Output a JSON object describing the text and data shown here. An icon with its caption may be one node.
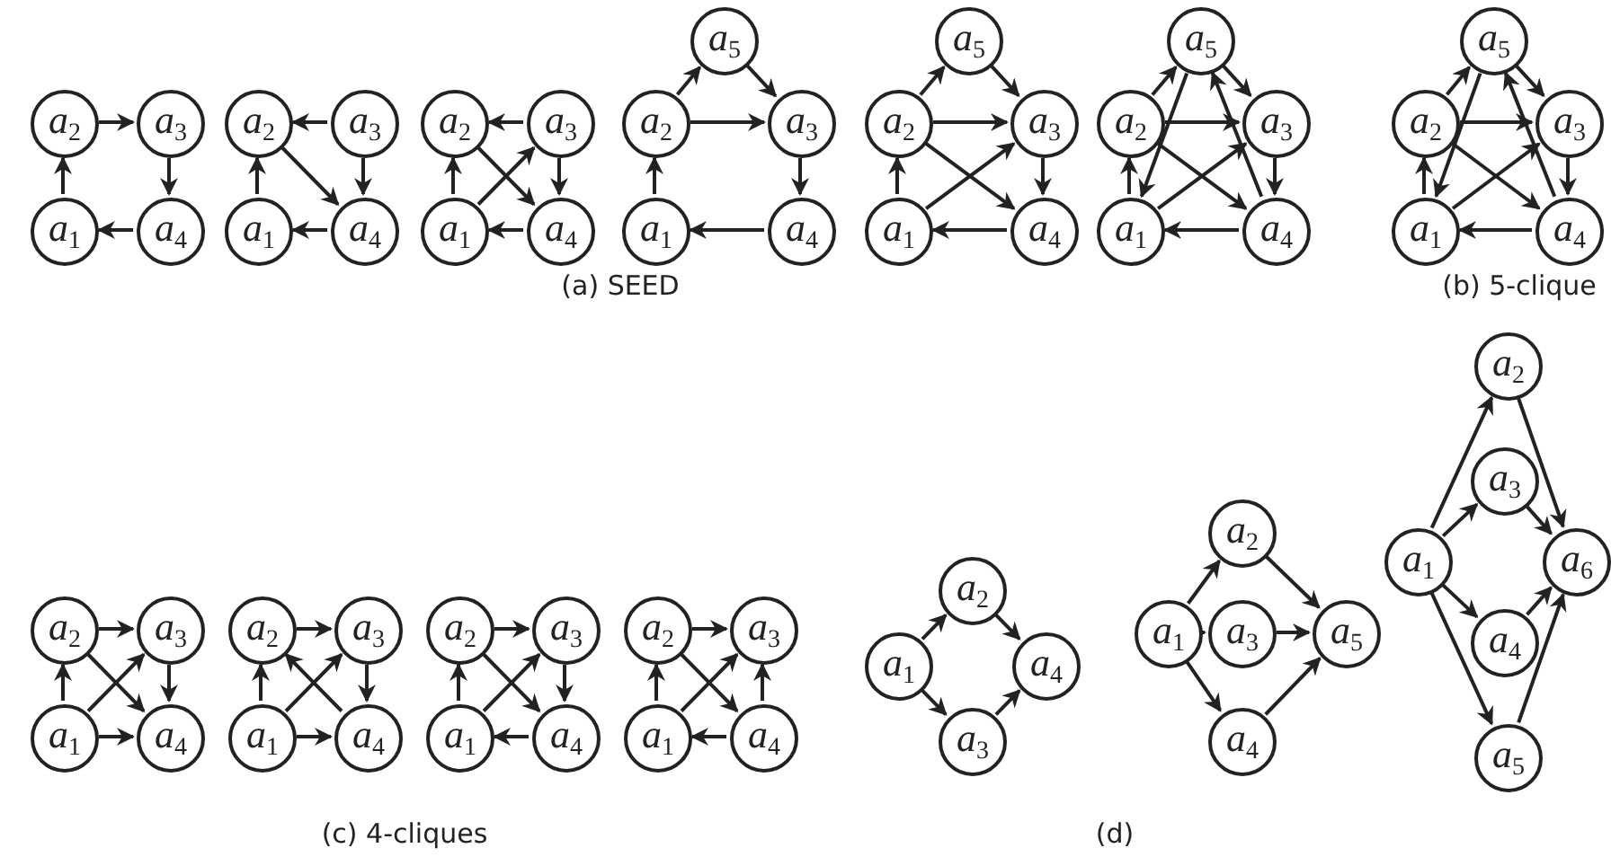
{
  "diagram": {
    "nodes": [
      {
        "text": [
          "a$_{2}$"
        ]
      },
      {
        "text": [
          "a$_{3}$"
        ]
      },
      {
        "text": [
          "a$_{1}$"
        ]
      },
      {
        "text": [
          "a$_{4}$"
        ]
      },
      {
        "text": [
          "a$_{2}$"
        ]
      },
      {
        "text": [
          "a$_{3}$"
        ]
      },
      {
        "text": [
          "a$_{1}$"
        ]
      },
      {
        "text": [
          "a$_{4}$"
        ]
      },
      {
        "text": [
          "a$_{2}$"
        ]
      },
      {
        "text": [
          "a$_{3}$"
        ]
      },
      {
        "text": [
          "a$_{1}$"
        ]
      },
      {
        "text": [
          "a$_{4}$"
        ]
      },
      {
        "text": [
          "a$_{5}$"
        ]
      },
      {
        "text": [
          "a$_{2}$"
        ]
      },
      {
        "text": [
          "a$_{3}$"
        ]
      },
      {
        "text": [
          "a$_{1}$"
        ]
      },
      {
        "text": [
          "a$_{4}$"
        ]
      },
      {
        "text": [
          "a$_{5}$"
        ]
      },
      {
        "text": [
          "a$_{2}$"
        ]
      },
      {
        "text": [
          "a$_{3}$"
        ]
      },
      {
        "text": [
          "a$_{1}$"
        ]
      },
      {
        "text": [
          "a$_{4}$"
        ]
      },
      {
        "text": [
          "a$_{5}$"
        ]
      },
      {
        "text": [
          "a$_{2}$"
        ]
      },
      {
        "text": [
          "a$_{3}$"
        ]
      },
      {
        "text": [
          "a$_{1}$"
        ]
      },
      {
        "text": [
          "a$_{4}$"
        ]
      },
      {
        "text": [
          "a$_{5}$"
        ]
      },
      {
        "text": [
          "a$_{2}$"
        ]
      },
      {
        "text": [
          "a$_{3}$"
        ]
      },
      {
        "text": [
          "a$_{1}$"
        ]
      },
      {
        "text": [
          "a$_{4}$"
        ]
      },
      {
        "text": [
          "a$_{2}$"
        ]
      },
      {
        "text": [
          "a$_{3}$"
        ]
      },
      {
        "text": [
          "a$_{1}$"
        ]
      },
      {
        "text": [
          "a$_{4}$"
        ]
      },
      {
        "text": [
          "a$_{2}$"
        ]
      },
      {
        "text": [
          "a$_{3}$"
        ]
      },
      {
        "text": [
          "a$_{1}$"
        ]
      },
      {
        "text": [
          "a$_{4}$"
        ]
      },
      {
        "text": [
          "a$_{2}$"
        ]
      },
      {
        "text": [
          "a$_{3}$"
        ]
      },
      {
        "text": [
          "a$_{1}$"
        ]
      },
      {
        "text": [
          "a$_{4}$"
        ]
      },
      {
        "text": [
          "a$_{2}$"
        ]
      },
      {
        "text": [
          "a$_{3}$"
        ]
      },
      {
        "text": [
          "a$_{1}$"
        ]
      },
      {
        "text": [
          "a$_{4}$"
        ]
      },
      {
        "text": [
          "a$_{2}$"
        ]
      },
      {
        "text": [
          "a$_{1}$"
        ]
      },
      {
        "text": [
          "a$_{4}$"
        ]
      },
      {
        "text": [
          "a$_{3}$"
        ]
      },
      {
        "text": [
          "a$_{2}$"
        ]
      },
      {
        "text": [
          "a$_{1}$"
        ]
      },
      {
        "text": [
          "a$_{3}$"
        ]
      },
      {
        "text": [
          "a$_{5}$"
        ]
      },
      {
        "text": [
          "a$_{4}$"
        ]
      },
      {
        "text": [
          "a$_{2}$"
        ]
      },
      {
        "text": [
          "a$_{3}$"
        ]
      },
      {
        "text": [
          "a$_{1}$"
        ]
      },
      {
        "text": [
          "a$_{6}$"
        ]
      },
      {
        "text": [
          "a$_{4}$"
        ]
      },
      {
        "text": [
          "a$_{5}$"
        ]
      }
    ],
    "edges": [
      {
        "from": 0,
        "to": 1,
        "arrow": "to"
      },
      {
        "from": 1,
        "to": 3,
        "arrow": "to"
      },
      {
        "from": 3,
        "to": 2,
        "arrow": "to"
      },
      {
        "from": 2,
        "to": 0,
        "arrow": "to"
      },
      {
        "from": 5,
        "to": 4,
        "arrow": "to"
      },
      {
        "from": 4,
        "to": 7,
        "arrow": "to"
      },
      {
        "from": 5,
        "to": 7,
        "arrow": "to"
      },
      {
        "from": 7,
        "to": 6,
        "arrow": "to"
      },
      {
        "from": 6,
        "to": 4,
        "arrow": "to"
      },
      {
        "from": 9,
        "to": 8,
        "arrow": "to"
      },
      {
        "from": 8,
        "to": 11,
        "arrow": "to"
      },
      {
        "from": 10,
        "to": 9,
        "arrow": "to"
      },
      {
        "from": 9,
        "to": 11,
        "arrow": "to"
      },
      {
        "from": 11,
        "to": 10,
        "arrow": "to"
      },
      {
        "from": 10,
        "to": 8,
        "arrow": "to"
      },
      {
        "from": 13,
        "to": 12,
        "arrow": "to"
      },
      {
        "from": 12,
        "to": 14,
        "arrow": "to"
      },
      {
        "from": 13,
        "to": 14,
        "arrow": "to"
      },
      {
        "from": 14,
        "to": 16,
        "arrow": "to"
      },
      {
        "from": 16,
        "to": 15,
        "arrow": "to"
      },
      {
        "from": 15,
        "to": 13,
        "arrow": "to"
      },
      {
        "from": 18,
        "to": 17,
        "arrow": "to"
      },
      {
        "from": 17,
        "to": 19,
        "arrow": "to"
      },
      {
        "from": 18,
        "to": 19,
        "arrow": "to"
      },
      {
        "from": 18,
        "to": 21,
        "arrow": "to"
      },
      {
        "from": 20,
        "to": 19,
        "arrow": "to"
      },
      {
        "from": 19,
        "to": 21,
        "arrow": "to"
      },
      {
        "from": 21,
        "to": 20,
        "arrow": "to"
      },
      {
        "from": 20,
        "to": 18,
        "arrow": "to"
      },
      {
        "from": 23,
        "to": 22,
        "arrow": "to"
      },
      {
        "from": 22,
        "to": 24,
        "arrow": "to"
      },
      {
        "from": 22,
        "to": 25,
        "arrow": "to"
      },
      {
        "from": 23,
        "to": 24,
        "arrow": "to"
      },
      {
        "from": 23,
        "to": 26,
        "arrow": "to"
      },
      {
        "from": 25,
        "to": 24,
        "arrow": "to"
      },
      {
        "from": 24,
        "to": 26,
        "arrow": "to"
      },
      {
        "from": 26,
        "to": 22,
        "arrow": "to"
      },
      {
        "from": 26,
        "to": 25,
        "arrow": "to"
      },
      {
        "from": 25,
        "to": 23,
        "arrow": "to"
      },
      {
        "from": 28,
        "to": 27,
        "arrow": "to"
      },
      {
        "from": 27,
        "to": 29,
        "arrow": "to"
      },
      {
        "from": 27,
        "to": 30,
        "arrow": "to"
      },
      {
        "from": 28,
        "to": 29,
        "arrow": "to"
      },
      {
        "from": 28,
        "to": 31,
        "arrow": "to"
      },
      {
        "from": 30,
        "to": 29,
        "arrow": "to"
      },
      {
        "from": 29,
        "to": 31,
        "arrow": "to"
      },
      {
        "from": 31,
        "to": 27,
        "arrow": "to"
      },
      {
        "from": 31,
        "to": 30,
        "arrow": "to"
      },
      {
        "from": 30,
        "to": 28,
        "arrow": "to"
      },
      {
        "from": 32,
        "to": 33,
        "arrow": "to"
      },
      {
        "from": 32,
        "to": 35,
        "arrow": "to"
      },
      {
        "from": 34,
        "to": 32,
        "arrow": "to"
      },
      {
        "from": 34,
        "to": 33,
        "arrow": "to"
      },
      {
        "from": 33,
        "to": 35,
        "arrow": "to"
      },
      {
        "from": 34,
        "to": 35,
        "arrow": "to"
      },
      {
        "from": 36,
        "to": 37,
        "arrow": "to"
      },
      {
        "from": 38,
        "to": 36,
        "arrow": "to"
      },
      {
        "from": 38,
        "to": 37,
        "arrow": "to"
      },
      {
        "from": 39,
        "to": 36,
        "arrow": "to"
      },
      {
        "from": 37,
        "to": 39,
        "arrow": "to"
      },
      {
        "from": 38,
        "to": 39,
        "arrow": "to"
      },
      {
        "from": 40,
        "to": 41,
        "arrow": "to"
      },
      {
        "from": 42,
        "to": 40,
        "arrow": "to"
      },
      {
        "from": 42,
        "to": 41,
        "arrow": "to"
      },
      {
        "from": 40,
        "to": 43,
        "arrow": "to"
      },
      {
        "from": 41,
        "to": 43,
        "arrow": "to"
      },
      {
        "from": 43,
        "to": 42,
        "arrow": "to"
      },
      {
        "from": 44,
        "to": 45,
        "arrow": "to"
      },
      {
        "from": 46,
        "to": 44,
        "arrow": "to"
      },
      {
        "from": 46,
        "to": 45,
        "arrow": "to"
      },
      {
        "from": 44,
        "to": 47,
        "arrow": "to"
      },
      {
        "from": 47,
        "to": 45,
        "arrow": "to"
      },
      {
        "from": 47,
        "to": 46,
        "arrow": "to"
      },
      {
        "from": 49,
        "to": 48,
        "arrow": "to"
      },
      {
        "from": 49,
        "to": 51,
        "arrow": "to"
      },
      {
        "from": 48,
        "to": 50,
        "arrow": "to"
      },
      {
        "from": 51,
        "to": 50,
        "arrow": "to"
      },
      {
        "from": 53,
        "to": 52,
        "arrow": "to"
      },
      {
        "from": 53,
        "to": 54,
        "arrow": "to"
      },
      {
        "from": 53,
        "to": 56,
        "arrow": "to"
      },
      {
        "from": 52,
        "to": 55,
        "arrow": "to"
      },
      {
        "from": 54,
        "to": 55,
        "arrow": "to"
      },
      {
        "from": 56,
        "to": 55,
        "arrow": "to"
      },
      {
        "from": 59,
        "to": 57,
        "arrow": "to"
      },
      {
        "from": 59,
        "to": 58,
        "arrow": "to"
      },
      {
        "from": 59,
        "to": 61,
        "arrow": "to"
      },
      {
        "from": 59,
        "to": 62,
        "arrow": "to"
      },
      {
        "from": 57,
        "to": 60,
        "arrow": "to"
      },
      {
        "from": 58,
        "to": 60,
        "arrow": "to"
      },
      {
        "from": 61,
        "to": 60,
        "arrow": "to"
      },
      {
        "from": 62,
        "to": 60,
        "arrow": "to"
      }
    ],
    "labels": [
      "(a) SEED",
      "(b) 5-clique",
      "(c) 4-cliques",
      "(d)"
    ]
  }
}
